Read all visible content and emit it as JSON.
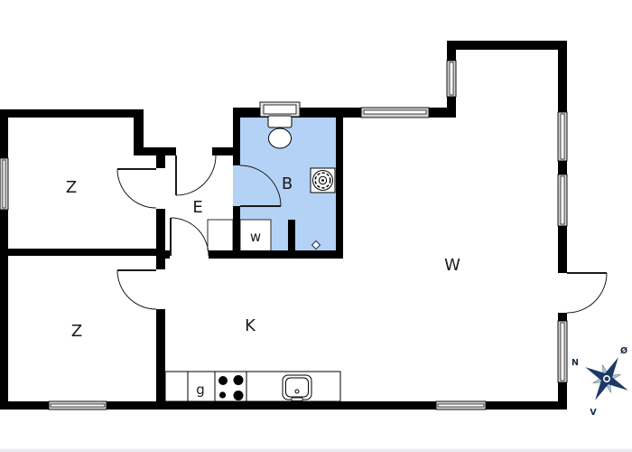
{
  "plan": {
    "rooms": {
      "bedroom_top": "Z",
      "bedroom_bottom": "Z",
      "entry": "E",
      "bathroom": "B",
      "kitchen": "K",
      "living_room": "W",
      "wardrobe": "w",
      "stove": "g"
    },
    "compass": {
      "north": "N",
      "east": "Ø",
      "west": "V"
    },
    "colors": {
      "bathroom_fill": "#b4d2f6",
      "wall": "#000000",
      "compass_navy": "#1c3a66",
      "footer_strip": "#ebebee"
    }
  }
}
